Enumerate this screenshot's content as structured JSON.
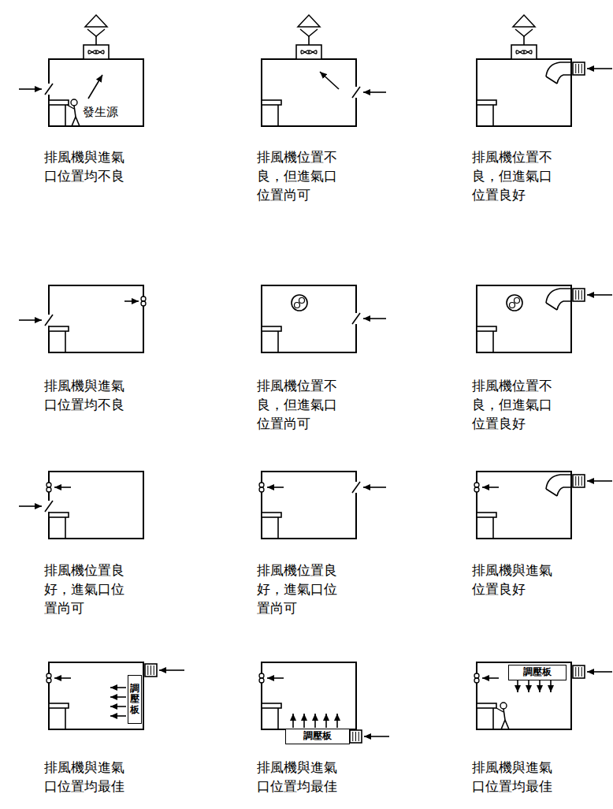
{
  "diagram": {
    "nodes": [
      {
        "text": [
          "調壓板"
        ]
      },
      {
        "text": [
          "調壓板"
        ]
      },
      {
        "text": [
          "調壓板"
        ]
      }
    ],
    "labels": [
      "發生源",
      "排風機與進氣口位置均不良",
      "排風機位置不良，但進氣口位置尚可",
      "排風機位置不良，但進氣口位置良好",
      "排風機與進氣口位置均不良",
      "排風機位置不良，但進氣口位置尚可",
      "排風機位置不良，但進氣口位置良好",
      "排風機位置良好，進氣口位置尚可",
      "排風機位置良好，進氣口位置尚可",
      "排風機與進氣位置良好",
      "排風機與進氣口位置均最佳",
      "排風機與進氣口位置均最佳",
      "排風機與進氣口位置均最佳"
    ]
  }
}
